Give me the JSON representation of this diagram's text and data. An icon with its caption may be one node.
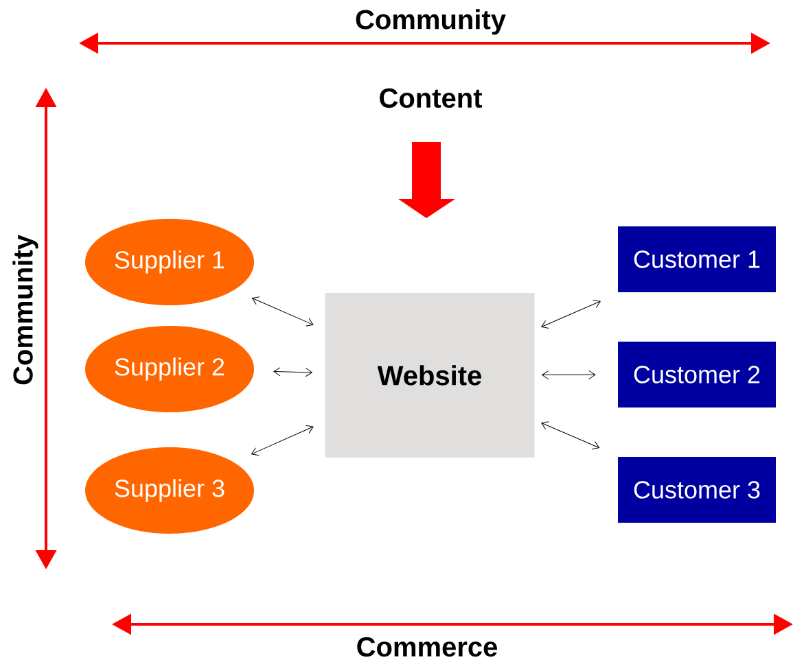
{
  "diagram": {
    "nodes": [
      {
        "text": [
          "Supplier 1"
        ]
      },
      {
        "text": [
          "Supplier 2"
        ]
      },
      {
        "text": [
          "Supplier 3"
        ]
      },
      {
        "text": [
          "Website"
        ]
      },
      {
        "text": [
          "Customer 1"
        ]
      },
      {
        "text": [
          "Customer 2"
        ]
      },
      {
        "text": [
          "Customer 3"
        ]
      }
    ],
    "edges": [
      {
        "from": 0,
        "to": 3,
        "arrow": "both"
      },
      {
        "from": 1,
        "to": 3,
        "arrow": "both"
      },
      {
        "from": 2,
        "to": 3,
        "arrow": "both"
      },
      {
        "from": 3,
        "to": 4,
        "arrow": "both"
      },
      {
        "from": 3,
        "to": 5,
        "arrow": "both"
      },
      {
        "from": 3,
        "to": 6,
        "arrow": "both"
      }
    ],
    "labels": [
      "Community",
      "Content",
      "Community",
      "Commerce"
    ]
  }
}
